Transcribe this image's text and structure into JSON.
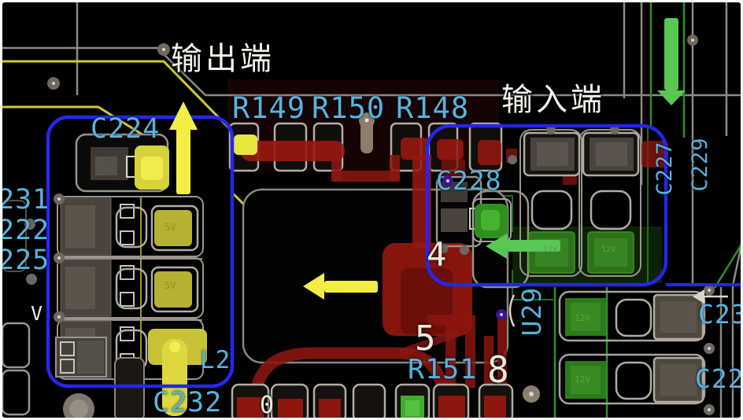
{
  "annotations": {
    "output_terminal": "输出端",
    "input_terminal": "输入端",
    "pin_4": "4",
    "pin_5": "5",
    "pin_8": "8",
    "pin_0": "0",
    "v_marker": "V"
  },
  "silkscreen": {
    "r149": "R149",
    "r150": "R150",
    "r148": "R148",
    "c224": "C224",
    "c228": "C228",
    "c232": "C232",
    "l2": "L2",
    "r151": "R151",
    "u29": "U29",
    "c227": "C227",
    "c229": "C229",
    "c23_partial": "C23",
    "c22_partial": "C22",
    "edge_partial_231": "231",
    "edge_partial_222": "222",
    "edge_partial_225": "225"
  },
  "net_labels": {
    "v5": "5V",
    "v12": "12V"
  },
  "colors": {
    "silkscreen_cyan": "#55b4de",
    "annotation_blue": "#2626ec",
    "arrow_yellow": "#f2ee44",
    "arrow_green": "#58c756",
    "copper_red": "#9a1810",
    "pad_yellow": "#c9c434",
    "pad_green": "#2f7d1a",
    "annotation_white": "#efefe9"
  }
}
